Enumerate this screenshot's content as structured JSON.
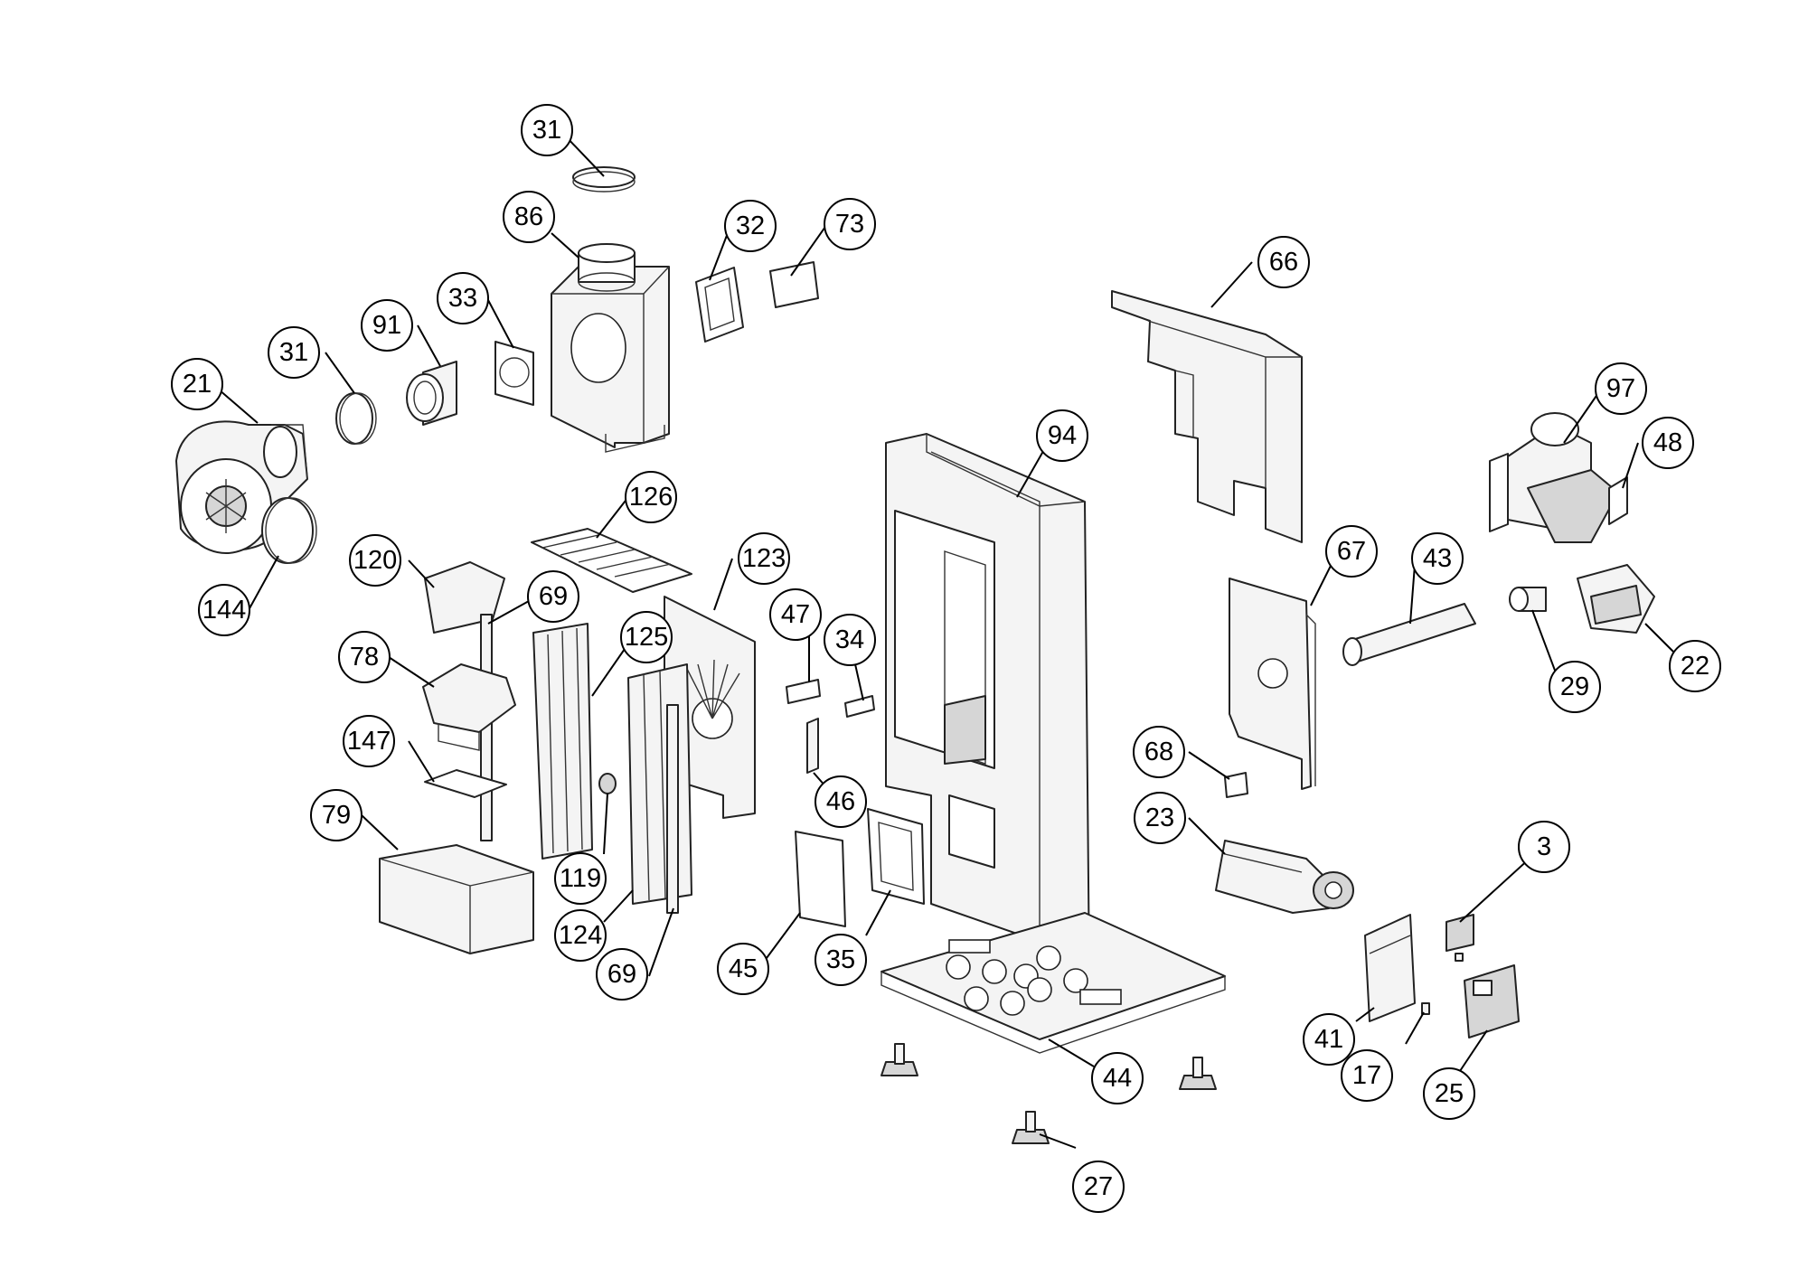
{
  "callouts": [
    {
      "id": "c-31-top",
      "label": "31"
    },
    {
      "id": "c-86",
      "label": "86"
    },
    {
      "id": "c-32",
      "label": "32"
    },
    {
      "id": "c-73",
      "label": "73"
    },
    {
      "id": "c-66",
      "label": "66"
    },
    {
      "id": "c-33",
      "label": "33"
    },
    {
      "id": "c-91",
      "label": "91"
    },
    {
      "id": "c-31-left",
      "label": "31"
    },
    {
      "id": "c-21",
      "label": "21"
    },
    {
      "id": "c-97",
      "label": "97"
    },
    {
      "id": "c-48",
      "label": "48"
    },
    {
      "id": "c-94",
      "label": "94"
    },
    {
      "id": "c-126",
      "label": "126"
    },
    {
      "id": "c-144",
      "label": "144"
    },
    {
      "id": "c-120",
      "label": "120"
    },
    {
      "id": "c-123",
      "label": "123"
    },
    {
      "id": "c-69-top",
      "label": "69"
    },
    {
      "id": "c-67",
      "label": "67"
    },
    {
      "id": "c-43",
      "label": "43"
    },
    {
      "id": "c-47",
      "label": "47"
    },
    {
      "id": "c-125",
      "label": "125"
    },
    {
      "id": "c-34",
      "label": "34"
    },
    {
      "id": "c-78",
      "label": "78"
    },
    {
      "id": "c-22",
      "label": "22"
    },
    {
      "id": "c-29",
      "label": "29"
    },
    {
      "id": "c-147",
      "label": "147"
    },
    {
      "id": "c-68",
      "label": "68"
    },
    {
      "id": "c-46",
      "label": "46"
    },
    {
      "id": "c-79",
      "label": "79"
    },
    {
      "id": "c-23",
      "label": "23"
    },
    {
      "id": "c-3",
      "label": "3"
    },
    {
      "id": "c-119",
      "label": "119"
    },
    {
      "id": "c-124",
      "label": "124"
    },
    {
      "id": "c-45",
      "label": "45"
    },
    {
      "id": "c-35",
      "label": "35"
    },
    {
      "id": "c-69-bottom",
      "label": "69"
    },
    {
      "id": "c-41",
      "label": "41"
    },
    {
      "id": "c-17",
      "label": "17"
    },
    {
      "id": "c-44",
      "label": "44"
    },
    {
      "id": "c-25",
      "label": "25"
    },
    {
      "id": "c-27",
      "label": "27"
    }
  ]
}
